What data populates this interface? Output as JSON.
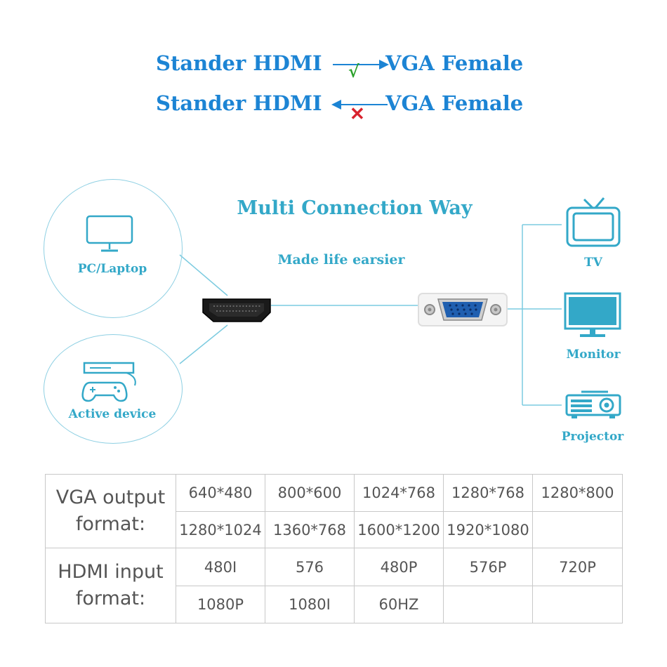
{
  "direction": {
    "supported": {
      "source": "Stander HDMI",
      "target": "VGA Female",
      "mark": "√"
    },
    "unsupported": {
      "source": "Stander HDMI",
      "target": "VGA Female",
      "mark": "✕"
    }
  },
  "diagram": {
    "title": "Multi Connection Way",
    "subtitle": "Made life earsier",
    "inputs": [
      {
        "label": "PC/Laptop",
        "icon": "laptop-icon"
      },
      {
        "label": "Active device",
        "icon": "game-console-icon"
      }
    ],
    "outputs": [
      {
        "label": "TV",
        "icon": "tv-icon"
      },
      {
        "label": "Monitor",
        "icon": "monitor-icon"
      },
      {
        "label": "Projector",
        "icon": "projector-icon"
      }
    ],
    "colors": {
      "teal": "#33a8c8",
      "blue": "#1c84d4",
      "check": "#2aa02a",
      "cross": "#d8232e"
    }
  },
  "table": {
    "vga_header": "VGA output format:",
    "vga_rows": [
      [
        "640*480",
        "800*600",
        "1024*768",
        "1280*768",
        "1280*800"
      ],
      [
        "1280*1024",
        "1360*768",
        "1600*1200",
        "1920*1080",
        ""
      ]
    ],
    "hdmi_header": "HDMI input format:",
    "hdmi_rows": [
      [
        "480I",
        "576",
        "480P",
        "576P",
        "720P"
      ],
      [
        "1080P",
        "1080I",
        "60HZ",
        "",
        ""
      ]
    ]
  }
}
